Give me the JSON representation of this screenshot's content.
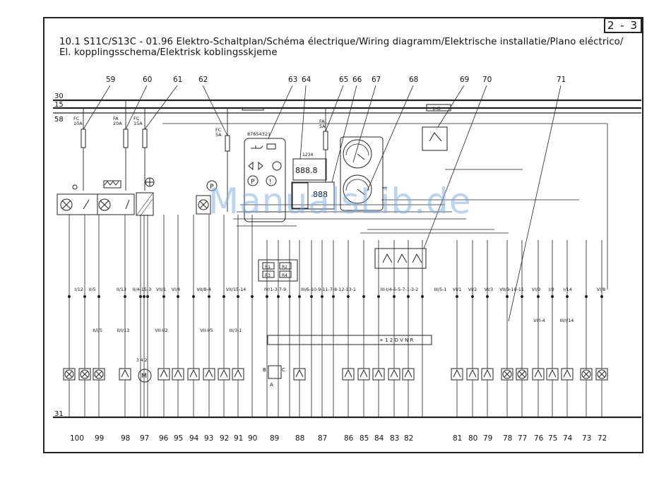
{
  "page_number": "2 - 3",
  "title_line1": "10.1 S11C/S13C - 01.96  Elektro-Schaltplan/Schéma électrique/Wiring diagramm/Elektrische installatie/Plano eléctrico/",
  "title_line2": "El. kopplingsschema/Elektrisk koblingsskjeme",
  "watermark": "ManualsLib.de",
  "rails": [
    "30",
    "15",
    "58",
    "31"
  ],
  "top_refs": [
    "59",
    "60",
    "61",
    "62",
    "63",
    "64",
    "65",
    "66",
    "67",
    "68",
    "69",
    "70",
    "71"
  ],
  "bottom_refs": [
    "100",
    "99",
    "98",
    "97",
    "96",
    "95",
    "94",
    "93",
    "92",
    "91",
    "90",
    "89",
    "88",
    "87",
    "86",
    "85",
    "84",
    "83",
    "82",
    "81",
    "80",
    "79",
    "78",
    "77",
    "76",
    "75",
    "74",
    "73",
    "72"
  ],
  "fuses": [
    {
      "label": "FC",
      "rating": "10A"
    },
    {
      "label": "FA",
      "rating": "20A"
    },
    {
      "label": "FC",
      "rating": "15A"
    },
    {
      "label": "FC",
      "rating": "5A"
    },
    {
      "label": "FA",
      "rating": "5A"
    }
  ],
  "display_readout": "888.8",
  "display_readout2": "888",
  "connector_pins": "1234",
  "plug_pins": "87654321",
  "relay_labels": [
    "R1",
    "R2",
    "R3",
    "R4"
  ],
  "connector_codes": [
    "I/12",
    "II/5",
    "II/13",
    "II/4-15-3",
    "VII/1",
    "VI/4",
    "VII/8-4",
    "VII/15-14",
    "IV/1-3-7-9",
    "III/6-10-9-11-7-8-12-13-1",
    "III-I/4-6-5-7-1-3-2",
    "III/5-1",
    "VI/1",
    "VI/2",
    "VI/3",
    "VII/9-10-11",
    "VI/9",
    "I/8",
    "I/14",
    "VI/8"
  ],
  "lower_codes": [
    "II/I/5",
    "II/I/13",
    "VII-I/2",
    "VII-I/5",
    "III/3-1",
    "VI/I-4",
    "III/I/14"
  ],
  "gear_positions": "+ 1 2 D V N R",
  "motor_pins": "3 4 2",
  "motor_label": "M",
  "relay_pins": [
    "B",
    "C",
    "A"
  ],
  "wire_tag": "1-G"
}
